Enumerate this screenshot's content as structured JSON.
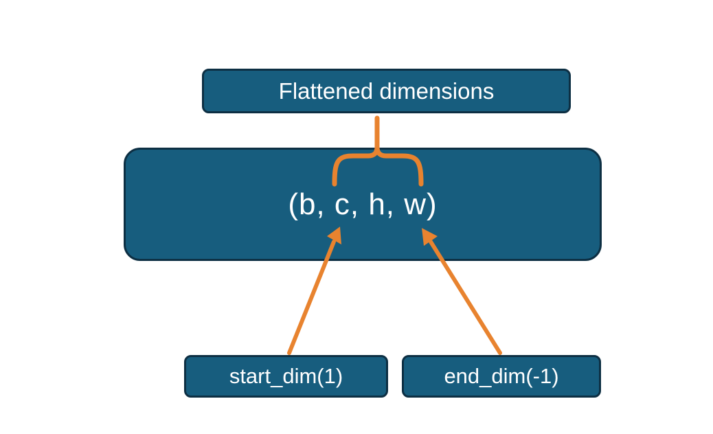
{
  "diagram": {
    "title_box": {
      "label": "Flattened dimensions"
    },
    "tensor_box": {
      "label": "(b, c, h, w)"
    },
    "start_dim_box": {
      "label": "start_dim(1)"
    },
    "end_dim_box": {
      "label": "end_dim(-1)"
    }
  },
  "colors": {
    "box_fill": "#175d7e",
    "box_border": "#0d2f43",
    "text": "#ffffff",
    "accent_orange": "#e8832f",
    "background": "#ffffff"
  }
}
